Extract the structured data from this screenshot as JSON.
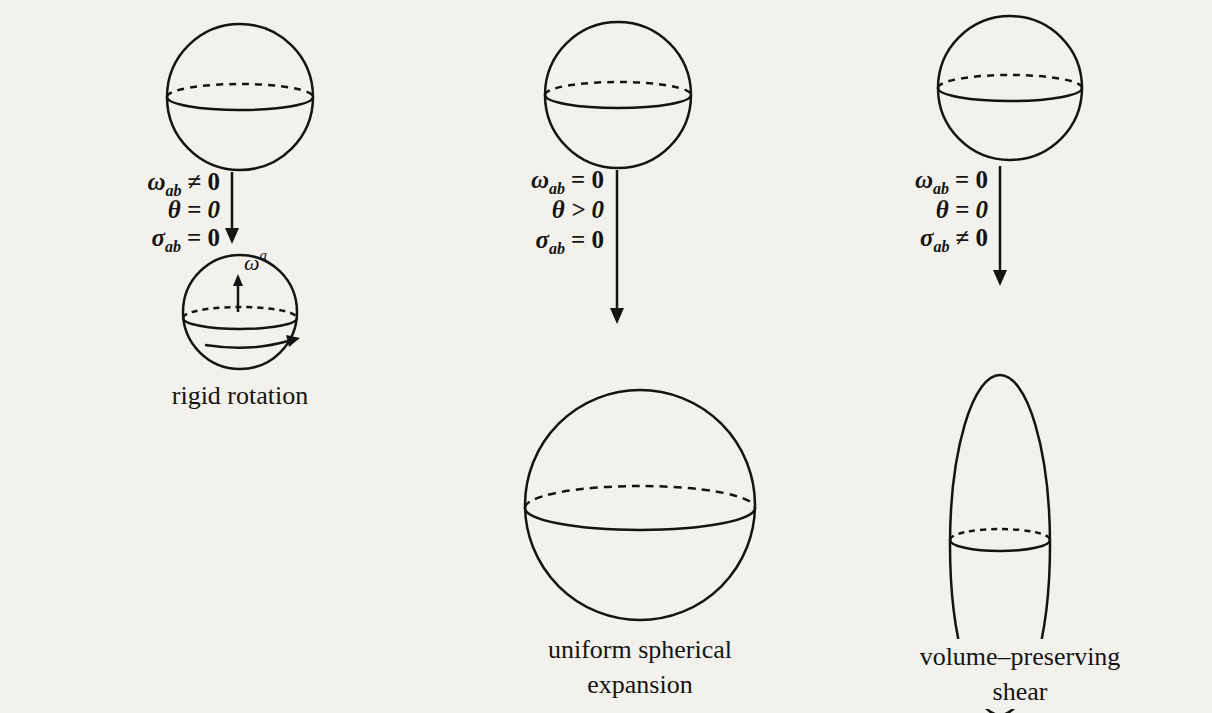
{
  "diagram": {
    "labels": [
      "ω",
      "ab",
      "≠ 0",
      "θ = 0",
      "σ",
      "ab",
      "= 0",
      "ω",
      "a",
      "rigid rotation",
      "ω",
      "ab",
      "= 0",
      "θ > 0",
      "σ",
      "ab",
      "= 0",
      "uniform spherical expansion",
      "ω",
      "ab",
      "= 0",
      "θ = 0",
      "σ",
      "ab",
      "≠ 0",
      "volume–preserving shear"
    ]
  }
}
